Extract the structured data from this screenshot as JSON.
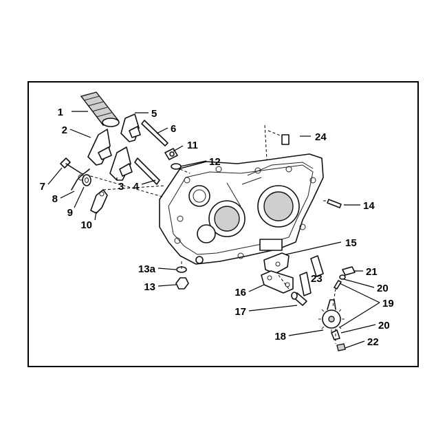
{
  "labels": {
    "l1": "1",
    "l2": "2",
    "l3": "3",
    "l4": "4",
    "l5": "5",
    "l6": "6",
    "l7": "7",
    "l8": "8",
    "l9": "9",
    "l10": "10",
    "l11": "11",
    "l12": "12",
    "l13a": "13a",
    "l13": "13",
    "l14": "14",
    "l15": "15",
    "l16": "16",
    "l17": "17",
    "l18": "18",
    "l19": "19",
    "l20a": "20",
    "l20b": "20",
    "l21": "21",
    "l22": "22",
    "l23": "23",
    "l24": "24"
  },
  "colors": {
    "line": "#000000",
    "shade": "#cfcfcf",
    "background": "#ffffff"
  }
}
